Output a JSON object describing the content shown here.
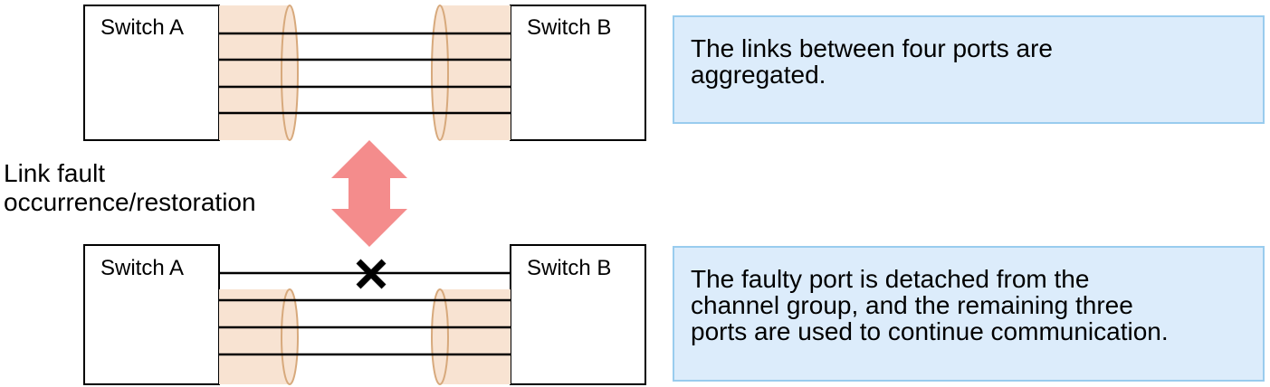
{
  "colors": {
    "bundle_fill": "#f8e3d2",
    "bundle_stroke": "#d7a97c",
    "arrow": "#f48c8c",
    "note_fill": "#dcecfb",
    "note_border": "#99ccee",
    "fault_mark": "#000000"
  },
  "top_diagram": {
    "switch_a_label": "Switch A",
    "switch_b_label": "Switch B",
    "link_count": 4
  },
  "bottom_diagram": {
    "switch_a_label": "Switch A",
    "switch_b_label": "Switch B",
    "link_count": 4,
    "faulty_link_icon": "x-mark-icon"
  },
  "transition": {
    "arrow_icon": "double-headed-vertical-arrow-icon",
    "label_lines": [
      "Link fault",
      "occurrence/restoration"
    ]
  },
  "notes": {
    "top_lines": [
      "The links between four ports are",
      "aggregated."
    ],
    "bottom_lines": [
      "The faulty port is detached from the",
      "channel group, and the remaining three",
      "ports are used to continue communication."
    ]
  }
}
